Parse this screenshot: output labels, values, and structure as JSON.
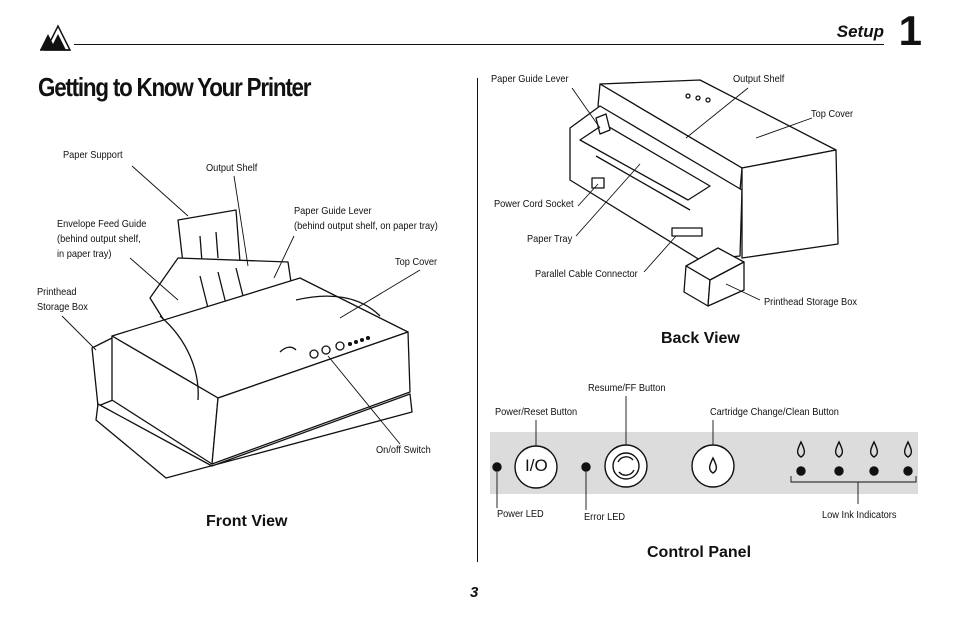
{
  "header": {
    "section": "Setup",
    "chapter": "1"
  },
  "page_title": "Getting to Know Your Printer",
  "front_view": {
    "caption": "Front View",
    "labels": {
      "paper_support": "Paper Support",
      "output_shelf": "Output Shelf",
      "envelope_feed_1": "Envelope Feed Guide",
      "envelope_feed_2": "(behind output shelf,",
      "envelope_feed_3": "in paper tray)",
      "paper_guide_lever_1": "Paper Guide Lever",
      "paper_guide_lever_2": "(behind output shelf, on paper tray)",
      "top_cover": "Top Cover",
      "printhead_box_1": "Printhead",
      "printhead_box_2": "Storage Box",
      "onoff_switch": "On/off Switch"
    }
  },
  "back_view": {
    "caption": "Back View",
    "labels": {
      "paper_guide_lever": "Paper Guide Lever",
      "output_shelf": "Output Shelf",
      "top_cover": "Top Cover",
      "power_cord_socket": "Power Cord Socket",
      "paper_tray": "Paper Tray",
      "parallel_cable": "Parallel Cable Connector",
      "printhead_box": "Printhead Storage Box"
    }
  },
  "control_panel": {
    "caption": "Control Panel",
    "labels": {
      "power_reset": "Power/Reset Button",
      "resume_ff": "Resume/FF Button",
      "cartridge_change": "Cartridge Change/Clean  Button",
      "power_led": "Power LED",
      "error_led": "Error LED",
      "low_ink": "Low Ink Indicators"
    },
    "power_symbol": "I/O",
    "panel_color": "#dcdcdc"
  },
  "footer": {
    "page_number": "3"
  }
}
